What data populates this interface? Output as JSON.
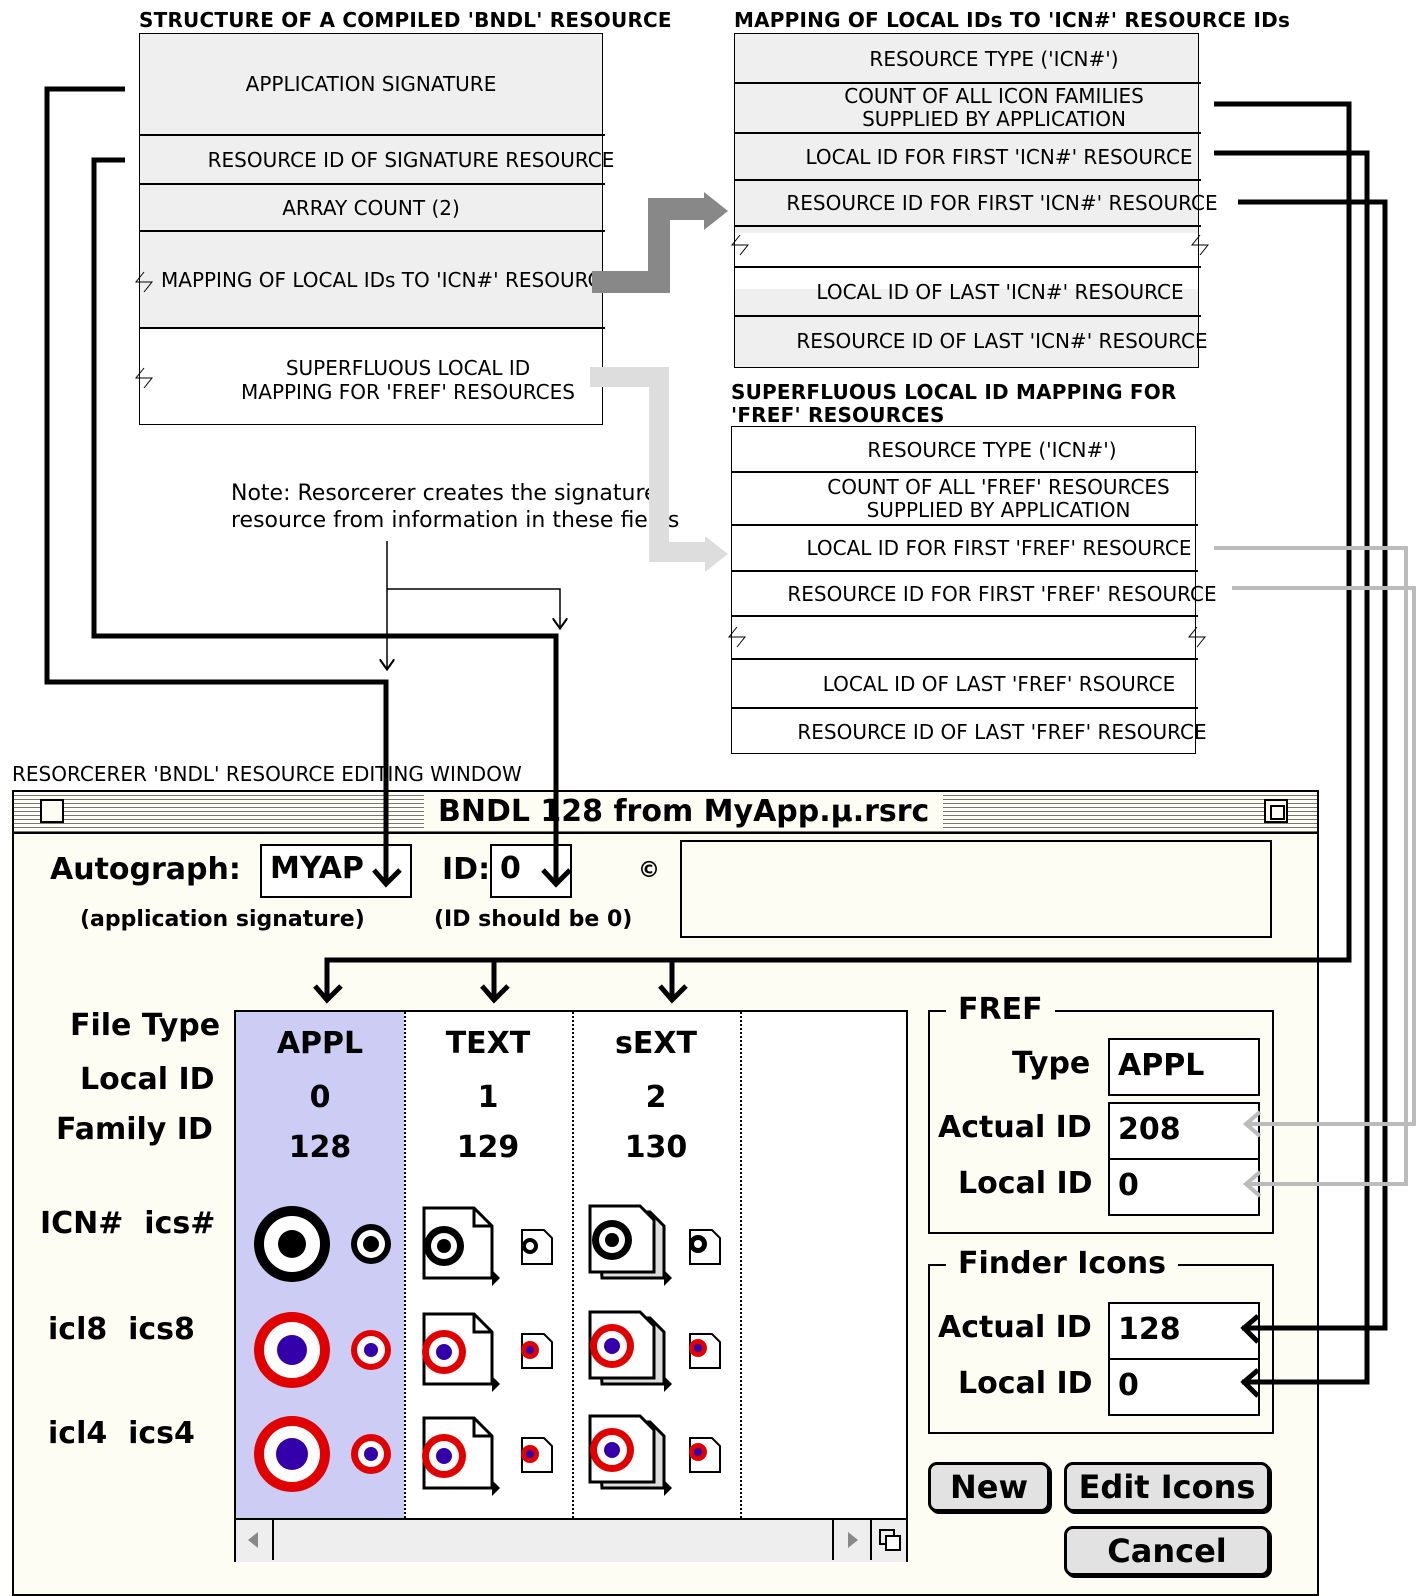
{
  "bndl_structure": {
    "title": "STRUCTURE OF A COMPILED 'BNDL' RESOURCE",
    "rows": [
      "APPLICATION SIGNATURE",
      "RESOURCE ID OF SIGNATURE RESOURCE",
      "ARRAY COUNT (2)",
      "MAPPING OF LOCAL IDs TO 'ICN#' RESOURCE IDs",
      "SUPERFLUOUS LOCAL ID\nMAPPING FOR 'FREF' RESOURCES"
    ]
  },
  "icn_mapping": {
    "title": "MAPPING OF LOCAL IDs TO 'ICN#' RESOURCE IDs",
    "rows": [
      "RESOURCE TYPE ('ICN#')",
      "COUNT OF ALL ICON FAMILIES\nSUPPLIED BY APPLICATION",
      "LOCAL ID FOR FIRST 'ICN#' RESOURCE",
      "RESOURCE ID FOR FIRST 'ICN#' RESOURCE",
      "LOCAL ID OF LAST 'ICN#' RESOURCE",
      "RESOURCE ID OF LAST 'ICN#' RESOURCE"
    ]
  },
  "fref_mapping": {
    "title_line1": "SUPERFLUOUS LOCAL ID MAPPING FOR",
    "title_line2": "'FREF' RESOURCES",
    "rows": [
      "RESOURCE TYPE ('ICN#')",
      "COUNT OF ALL 'FREF' RESOURCES\nSUPPLIED BY APPLICATION",
      "LOCAL ID FOR FIRST 'FREF' RESOURCE",
      "RESOURCE ID FOR FIRST 'FREF' RESOURCE",
      "LOCAL ID OF LAST 'FREF' RSOURCE",
      "RESOURCE ID OF LAST 'FREF' RESOURCE"
    ]
  },
  "note": {
    "line1": "Note: Resorcerer creates the signature",
    "line2": "resource from information in these fields"
  },
  "window_caption": "RESORCERER 'BNDL' RESOURCE EDITING WINDOW",
  "window": {
    "title": "BNDL 128 from MyApp.µ.rsrc",
    "autograph_label": "Autograph:",
    "autograph_value": "MYAP",
    "autograph_hint": "(application signature)",
    "id_label": "ID:",
    "id_value": "0",
    "id_hint": "(ID should be 0)",
    "copyright_glyph": "©",
    "row_labels": [
      "File Type",
      "Local ID",
      "Family ID",
      "ICN#  ics#",
      "icl8  ics8",
      "icl4  ics4"
    ],
    "columns": [
      {
        "file_type": "APPL",
        "local_id": "0",
        "family_id": "128"
      },
      {
        "file_type": "TEXT",
        "local_id": "1",
        "family_id": "129"
      },
      {
        "file_type": "sEXT",
        "local_id": "2",
        "family_id": "130"
      }
    ],
    "fref": {
      "title": "FREF",
      "type_label": "Type",
      "type_value": "APPL",
      "actual_label": "Actual ID",
      "actual_value": "208",
      "local_label": "Local ID",
      "local_value": "0"
    },
    "finder_icons": {
      "title": "Finder Icons",
      "actual_label": "Actual ID",
      "actual_value": "128",
      "local_label": "Local ID",
      "local_value": "0"
    },
    "buttons": {
      "new": "New",
      "edit_icons": "Edit Icons",
      "cancel": "Cancel"
    },
    "colors": {
      "selected_column": "#ccccf5",
      "icon_red": "#e00000",
      "icon_blue": "#3300aa",
      "window_bg": "#fdfdf3"
    }
  }
}
